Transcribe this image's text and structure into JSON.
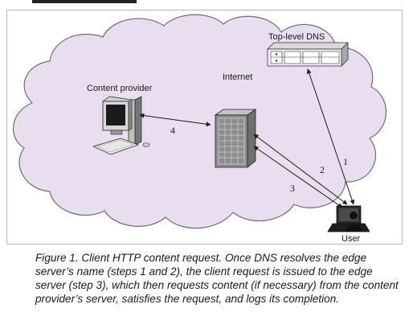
{
  "labels": {
    "top_level_dns": "Top-level DNS",
    "internet": "Internet",
    "content_provider": "Content provider",
    "user": "User"
  },
  "steps": {
    "s1": "1",
    "s2": "2",
    "s3": "3",
    "s4": "4"
  },
  "caption": "Figure 1. Client HTTP content request. Once DNS resolves the edge server’s name (steps 1 and 2), the client request is issued to the edge server (step 3), which then requests content (if necessary) from the content provider’s server, satisfies the request, and logs its completion.",
  "colors": {
    "cloud_fill": "#e8def0",
    "cloud_stroke": "#6e6e6e",
    "frame": "#b9b9b9"
  },
  "icons": [
    "dns-server-icon",
    "content-provider-computer-icon",
    "edge-server-rack-icon",
    "user-laptop-icon"
  ]
}
